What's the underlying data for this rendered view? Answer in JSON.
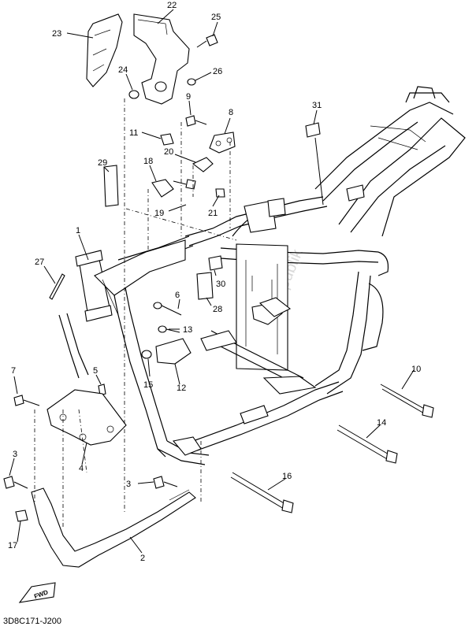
{
  "callouts": [
    {
      "id": "23",
      "text": "23"
    },
    {
      "id": "22",
      "text": "22"
    },
    {
      "id": "25",
      "text": "25"
    },
    {
      "id": "24",
      "text": "24"
    },
    {
      "id": "26",
      "text": "26"
    },
    {
      "id": "9",
      "text": "9"
    },
    {
      "id": "8",
      "text": "8"
    },
    {
      "id": "11",
      "text": "11"
    },
    {
      "id": "20",
      "text": "20"
    },
    {
      "id": "29",
      "text": "29"
    },
    {
      "id": "18",
      "text": "18"
    },
    {
      "id": "19",
      "text": "19"
    },
    {
      "id": "21",
      "text": "21"
    },
    {
      "id": "31",
      "text": "31"
    },
    {
      "id": "1",
      "text": "1"
    },
    {
      "id": "27",
      "text": "27"
    },
    {
      "id": "30",
      "text": "30"
    },
    {
      "id": "6",
      "text": "6"
    },
    {
      "id": "28",
      "text": "28"
    },
    {
      "id": "13",
      "text": "13"
    },
    {
      "id": "7",
      "text": "7"
    },
    {
      "id": "5",
      "text": "5"
    },
    {
      "id": "15",
      "text": "15"
    },
    {
      "id": "12",
      "text": "12"
    },
    {
      "id": "10",
      "text": "10"
    },
    {
      "id": "14",
      "text": "14"
    },
    {
      "id": "4",
      "text": "4"
    },
    {
      "id": "3a",
      "text": "3"
    },
    {
      "id": "3b",
      "text": "3"
    },
    {
      "id": "16",
      "text": "16"
    },
    {
      "id": "17",
      "text": "17"
    },
    {
      "id": "2",
      "text": "2"
    }
  ],
  "fwd_label": "FWD",
  "diagram_code": "3D8C171-J200",
  "watermark": "PartsRepublik"
}
